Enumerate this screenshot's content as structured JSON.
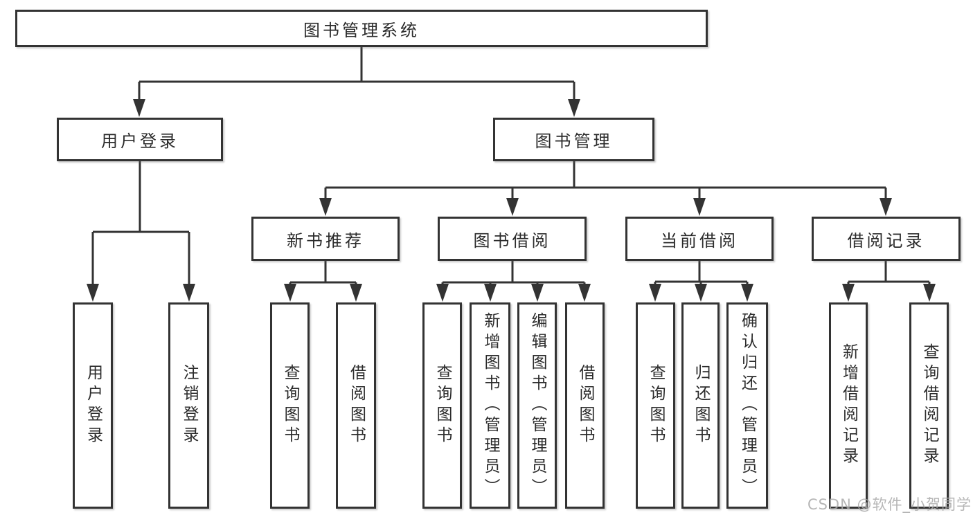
{
  "tree": {
    "label": "图书管理系统",
    "children": [
      {
        "label": "用户登录",
        "children": [
          {
            "label": "用户登录"
          },
          {
            "label": "注销登录"
          }
        ]
      },
      {
        "label": "图书管理",
        "children": [
          {
            "label": "新书推荐",
            "children": [
              {
                "label": "查询图书"
              },
              {
                "label": "借阅图书"
              }
            ]
          },
          {
            "label": "图书借阅",
            "children": [
              {
                "label": "查询图书"
              },
              {
                "label": "新增图书（管理员）"
              },
              {
                "label": "编辑图书（管理员）"
              },
              {
                "label": "借阅图书"
              }
            ]
          },
          {
            "label": "当前借阅",
            "children": [
              {
                "label": "查询图书"
              },
              {
                "label": "归还图书"
              },
              {
                "label": "确认归还（管理员）"
              }
            ]
          },
          {
            "label": "借阅记录",
            "children": [
              {
                "label": "新增借阅记录"
              },
              {
                "label": "查询借阅记录"
              }
            ]
          }
        ]
      }
    ]
  },
  "watermark": {
    "text": "CSDN @软件_小贺同学"
  },
  "colors": {
    "box_border": "#333333",
    "connector": "#333333",
    "text": "#2b2b2b",
    "watermark": "#aaaaaa",
    "background": "#ffffff"
  }
}
